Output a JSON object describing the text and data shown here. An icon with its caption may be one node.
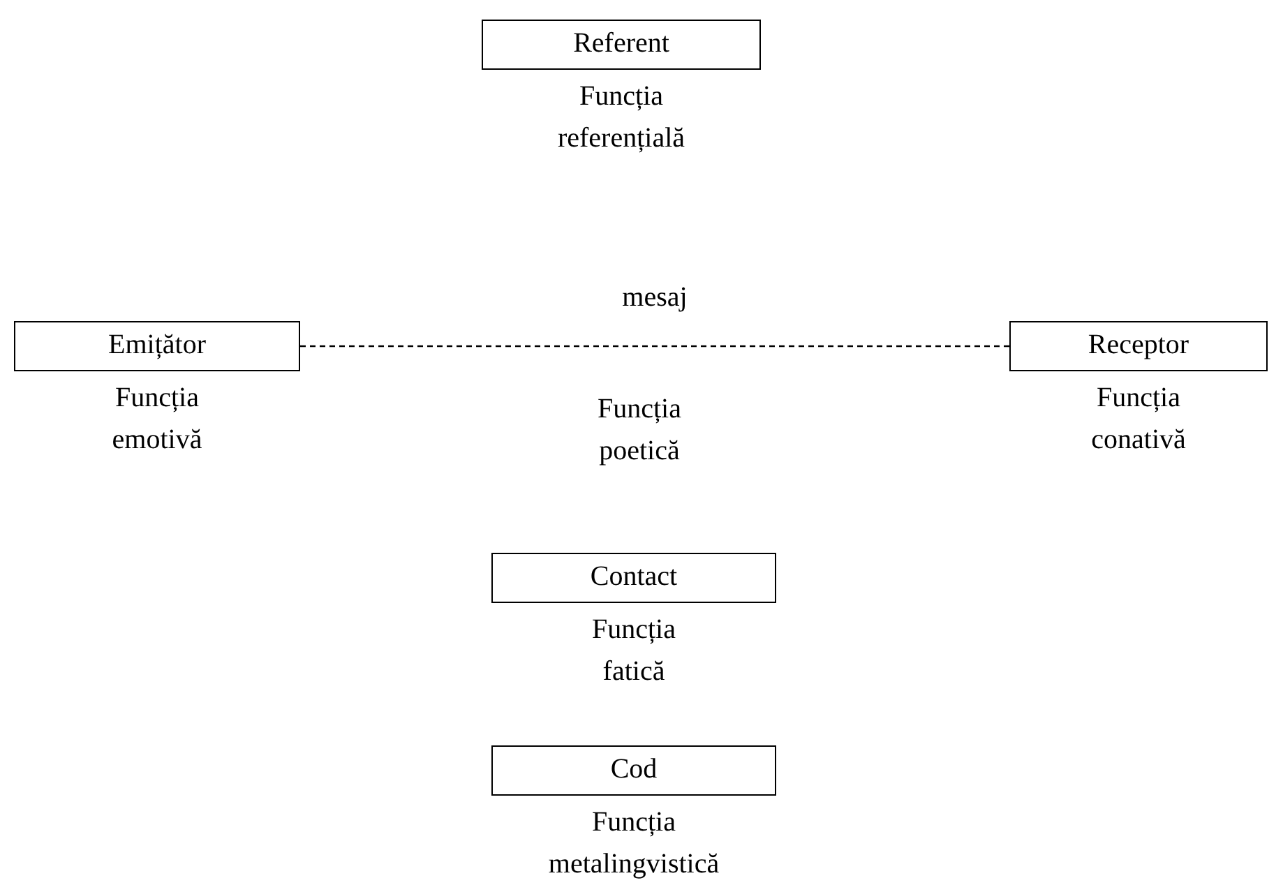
{
  "diagram": {
    "nodes": [
      {
        "text": [
          "Referent"
        ],
        "beside": [
          "Funcția referențială"
        ]
      },
      {
        "text": [
          "Emițător"
        ],
        "beside": [
          "Funcția emotivă"
        ]
      },
      {
        "text": [
          "Receptor"
        ],
        "beside": [
          "Funcția conativă"
        ]
      },
      {
        "text": [
          "Contact"
        ],
        "beside": [
          "Funcția fatică"
        ]
      },
      {
        "text": [
          "Cod"
        ],
        "beside": [
          "Funcția metalingvistică"
        ]
      }
    ],
    "edges": [
      {
        "from": 1,
        "to": 2,
        "arrow": "none",
        "label": "mesaj",
        "style": "dashed"
      }
    ],
    "labels": [
      "Funcția poetică"
    ]
  }
}
